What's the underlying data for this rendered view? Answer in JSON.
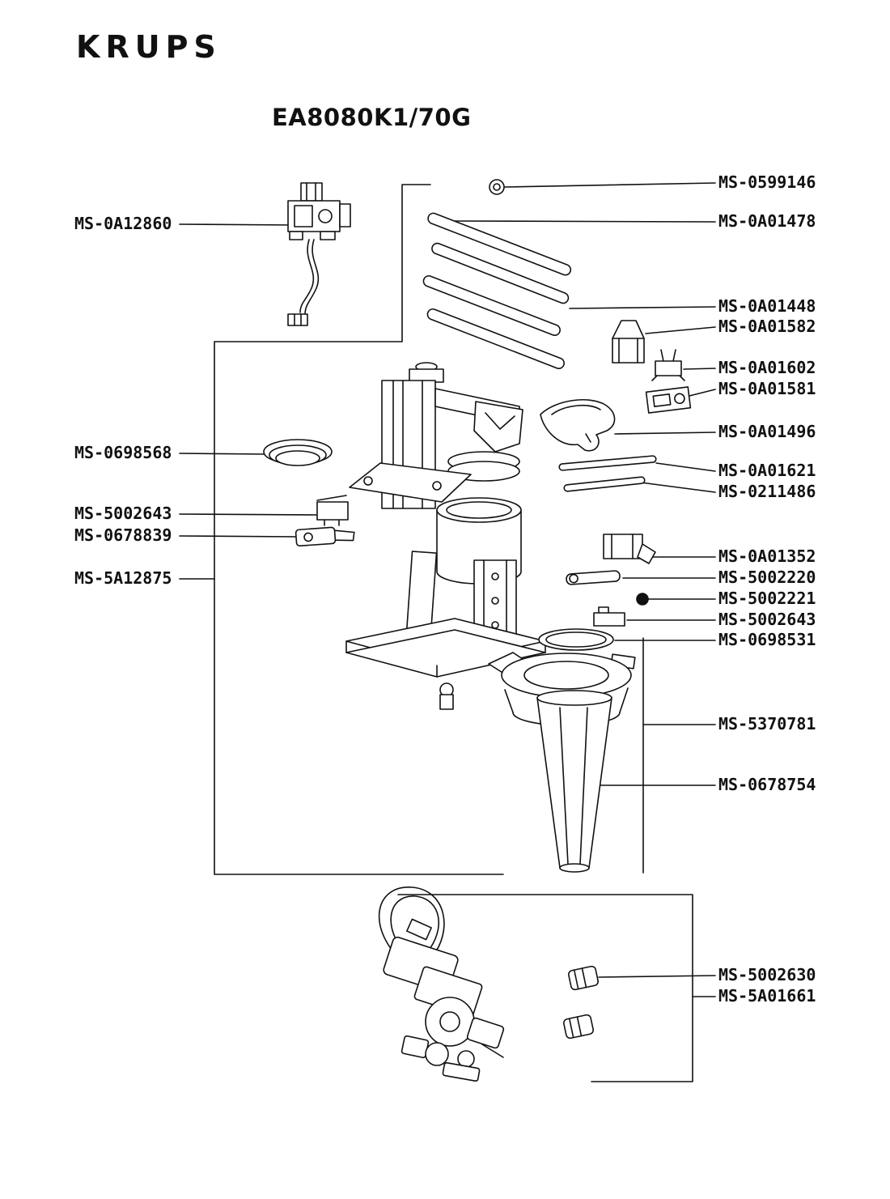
{
  "brand": "KRUPS",
  "title": "EA8080K1/70G",
  "colors": {
    "ink": "#111111",
    "background": "#ffffff"
  },
  "parts": {
    "left": [
      {
        "id": "MS-0A12860"
      },
      {
        "id": "MS-0698568"
      },
      {
        "id": "MS-5002643"
      },
      {
        "id": "MS-0678839"
      },
      {
        "id": "MS-5A12875"
      }
    ],
    "right": [
      {
        "id": "MS-0599146"
      },
      {
        "id": "MS-0A01478"
      },
      {
        "id": "MS-0A01448"
      },
      {
        "id": "MS-0A01582"
      },
      {
        "id": "MS-0A01602"
      },
      {
        "id": "MS-0A01581"
      },
      {
        "id": "MS-0A01496"
      },
      {
        "id": "MS-0A01621"
      },
      {
        "id": "MS-0211486"
      },
      {
        "id": "MS-0A01352"
      },
      {
        "id": "MS-5002220"
      },
      {
        "id": "MS-5002221"
      },
      {
        "id": "MS-5002643"
      },
      {
        "id": "MS-0698531"
      },
      {
        "id": "MS-5370781"
      },
      {
        "id": "MS-0678754"
      },
      {
        "id": "MS-5002630"
      },
      {
        "id": "MS-5A01661"
      }
    ]
  }
}
